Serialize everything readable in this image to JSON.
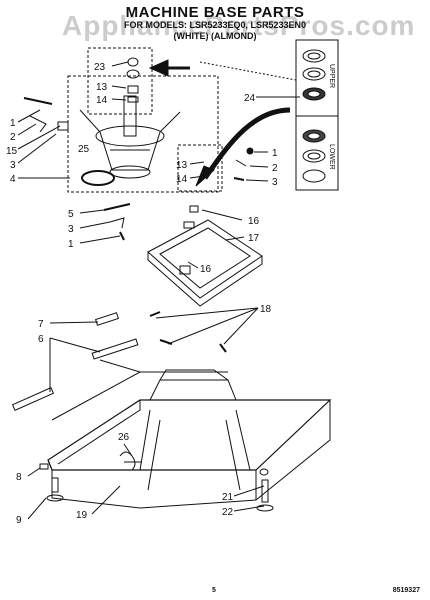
{
  "header": {
    "title": "MACHINE BASE PARTS",
    "model_line": "FOR MODELS: LSR5233EQ0, LSR5233EN0",
    "color_line": "(WHITE)      (ALMOND)",
    "watermark": "AppliancePartsPros.com"
  },
  "side_box": {
    "upper_label": "UPPER",
    "lower_label": "LOWER"
  },
  "callouts": [
    "1",
    "2",
    "15",
    "3",
    "4",
    "5",
    "3",
    "1",
    "23",
    "13",
    "14",
    "25",
    "13",
    "14",
    "1",
    "2",
    "3",
    "24",
    "16",
    "17",
    "16",
    "7",
    "6",
    "18",
    "26",
    "8",
    "9",
    "19",
    "21",
    "22"
  ],
  "footer": {
    "page": "5",
    "figure_code": "8519327"
  }
}
